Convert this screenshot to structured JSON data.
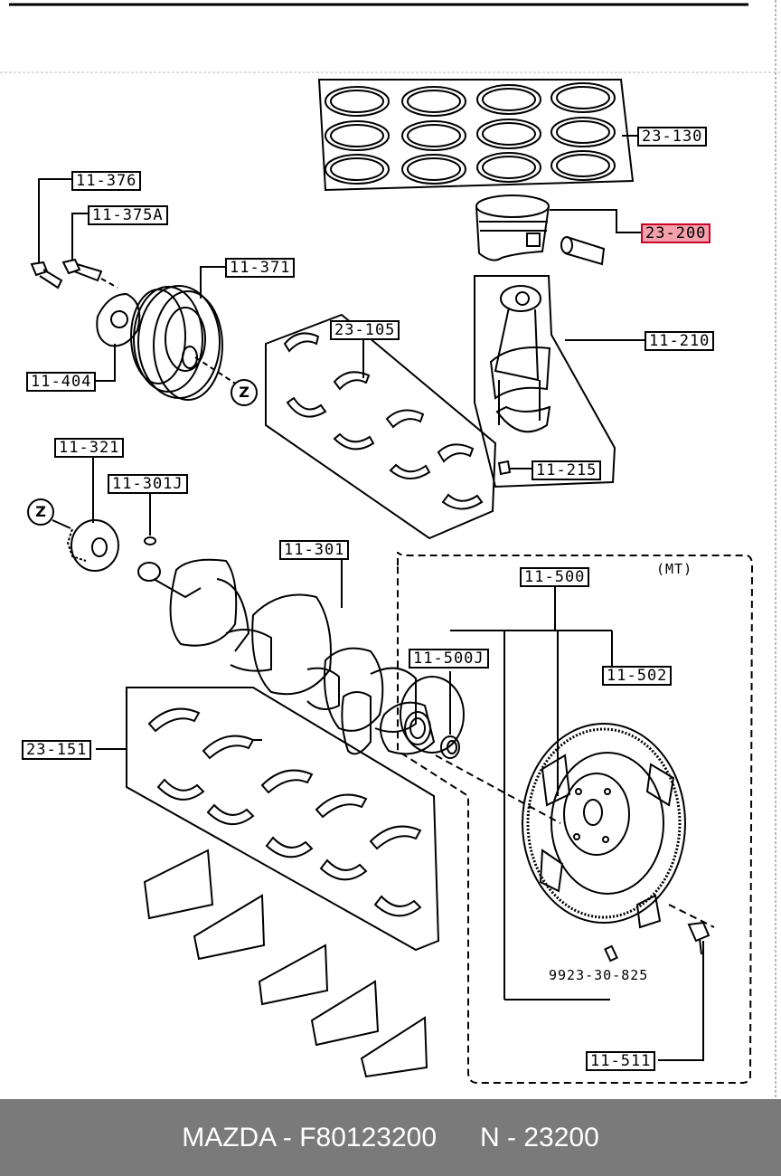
{
  "labels": {
    "rings": "23-130",
    "piston": "23-200",
    "bolt1": "11-376",
    "bolt2": "11-375A",
    "pulley": "11-371",
    "washer": "11-404",
    "main_bearing_upper": "23-105",
    "conrod": "11-210",
    "conrod_nut": "11-215",
    "sprocket": "11-321",
    "key": "11-301J",
    "crankshaft": "11-301",
    "flywheel_set": "11-500",
    "flywheel_pin": "11-500J",
    "flywheel": "11-502",
    "main_bearings": "23-151",
    "flywheel_bolt": "11-511",
    "dowel": "9923-30-825",
    "mt": "(MT)",
    "z": "Z"
  },
  "footer": {
    "part": "MAZDA - F80123200",
    "ref": "N - 23200"
  }
}
